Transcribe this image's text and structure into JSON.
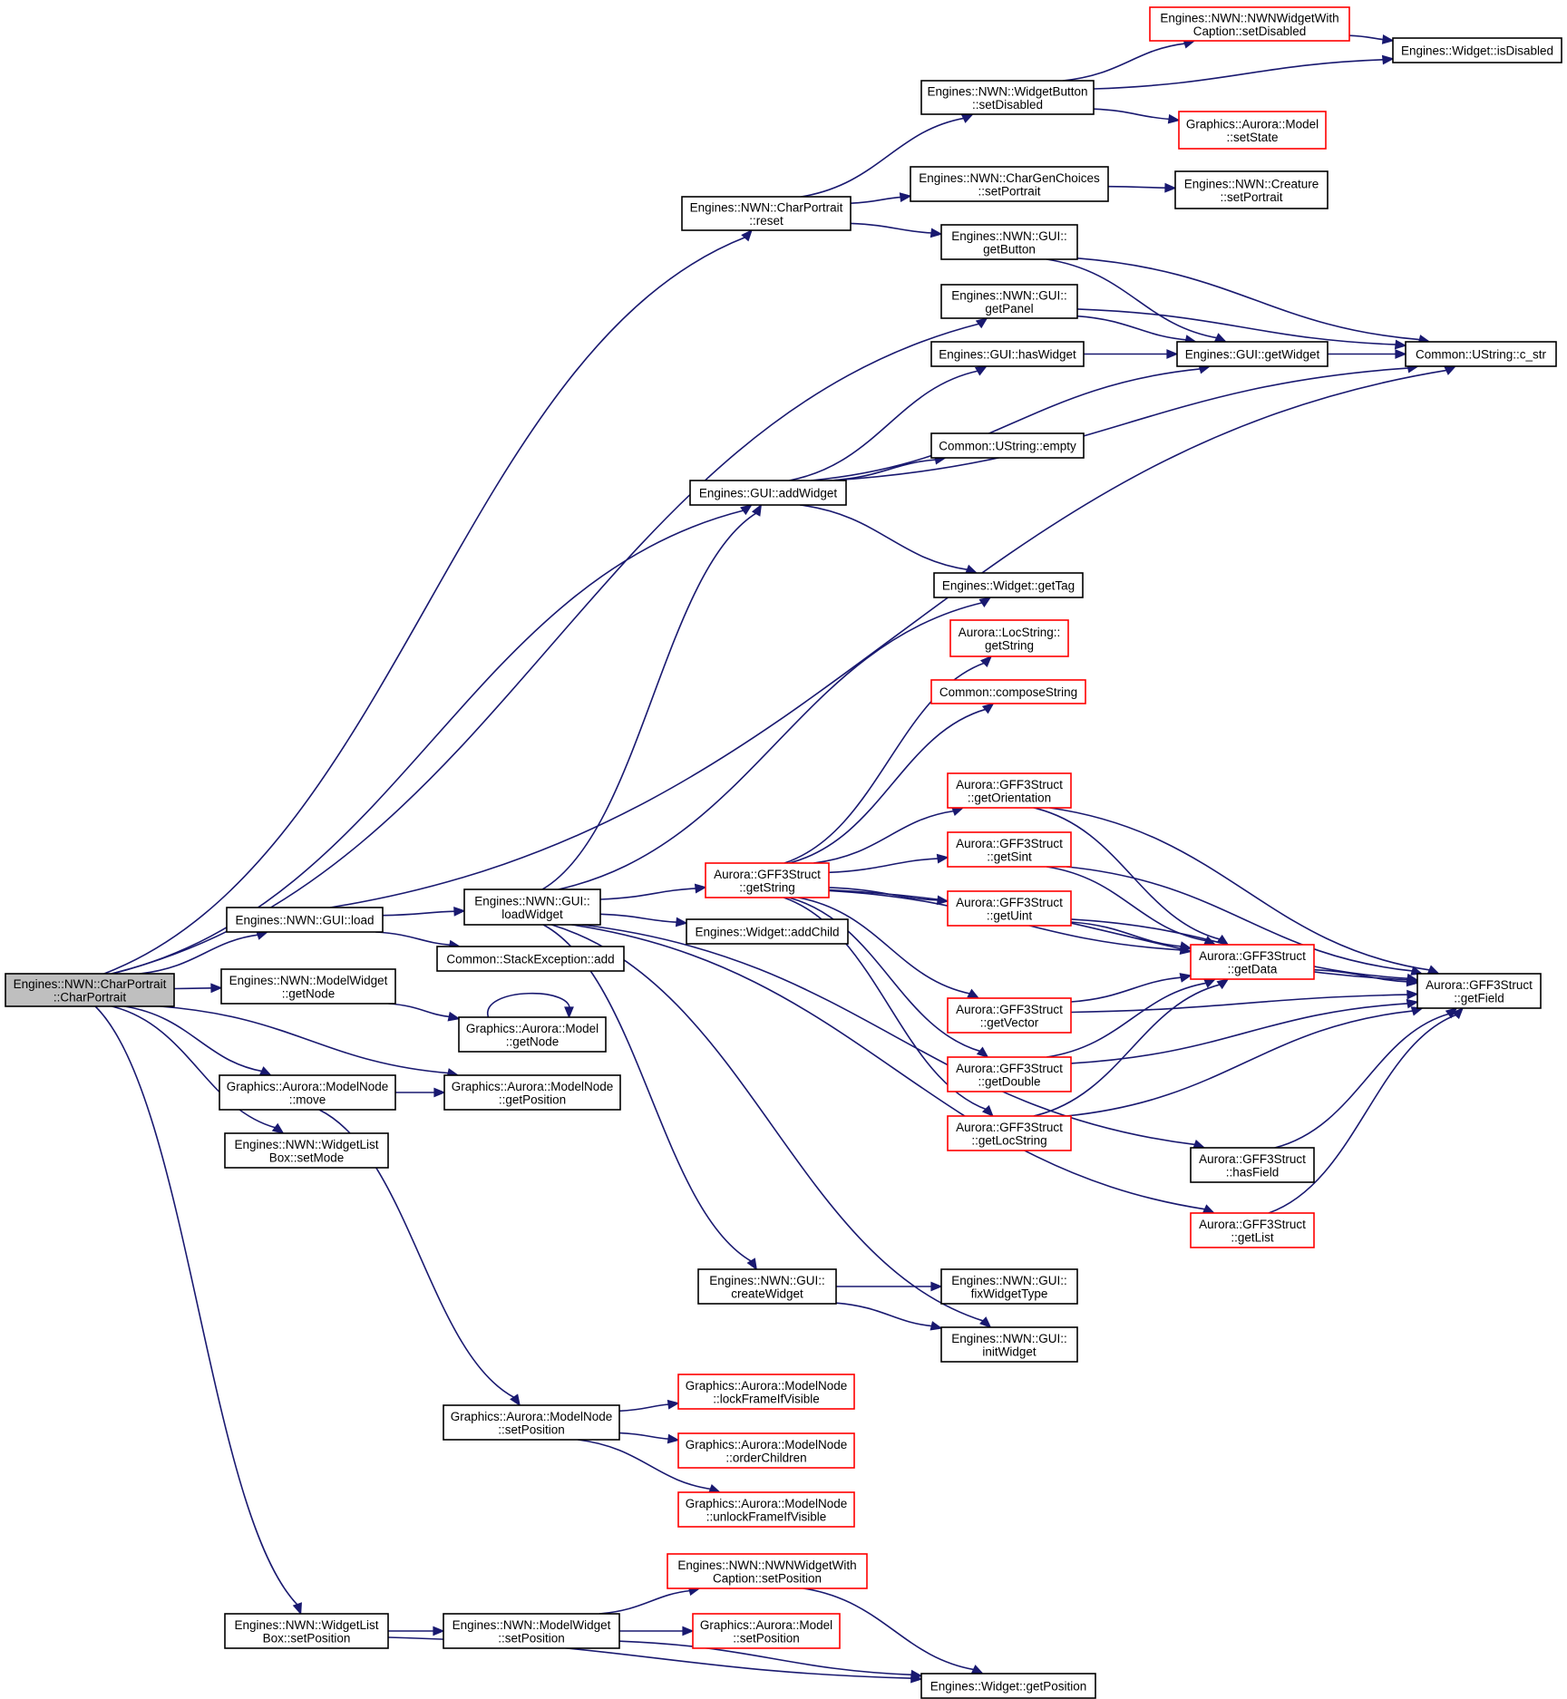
{
  "colors": {
    "edge": "#191970",
    "border_normal": "#000000",
    "border_truncated": "#ff0000",
    "root_fill": "#bfbfbf",
    "node_fill": "#ffffff"
  },
  "nodes": [
    {
      "id": "root",
      "lines": [
        "Engines::NWN::CharPortrait",
        "::CharPortrait"
      ],
      "kind": "root"
    },
    {
      "id": "reset",
      "lines": [
        "Engines::NWN::CharPortrait",
        "::reset"
      ],
      "kind": "normal"
    },
    {
      "id": "wb_setDisabled",
      "lines": [
        "Engines::NWN::WidgetButton",
        "::setDisabled"
      ],
      "kind": "normal"
    },
    {
      "id": "nwnwwc_setDisabled",
      "lines": [
        "Engines::NWN::NWNWidgetWith",
        "Caption::setDisabled"
      ],
      "kind": "truncated"
    },
    {
      "id": "w_isDisabled",
      "lines": [
        "Engines::Widget::isDisabled"
      ],
      "kind": "normal"
    },
    {
      "id": "model_setState",
      "lines": [
        "Graphics::Aurora::Model",
        "::setState"
      ],
      "kind": "truncated"
    },
    {
      "id": "cgc_setPortrait",
      "lines": [
        "Engines::NWN::CharGenChoices",
        "::setPortrait"
      ],
      "kind": "normal"
    },
    {
      "id": "creature_setPortrait",
      "lines": [
        "Engines::NWN::Creature",
        "::setPortrait"
      ],
      "kind": "normal"
    },
    {
      "id": "gui_getButton",
      "lines": [
        "Engines::NWN::GUI::",
        "getButton"
      ],
      "kind": "normal"
    },
    {
      "id": "gui_getPanel",
      "lines": [
        "Engines::NWN::GUI::",
        "getPanel"
      ],
      "kind": "normal"
    },
    {
      "id": "egui_hasWidget",
      "lines": [
        "Engines::GUI::hasWidget"
      ],
      "kind": "normal"
    },
    {
      "id": "egui_getWidget",
      "lines": [
        "Engines::GUI::getWidget"
      ],
      "kind": "normal"
    },
    {
      "id": "cstr",
      "lines": [
        "Common::UString::c_str"
      ],
      "kind": "normal"
    },
    {
      "id": "ustr_empty",
      "lines": [
        "Common::UString::empty"
      ],
      "kind": "normal"
    },
    {
      "id": "egui_addWidget",
      "lines": [
        "Engines::GUI::addWidget"
      ],
      "kind": "normal"
    },
    {
      "id": "w_getTag",
      "lines": [
        "Engines::Widget::getTag"
      ],
      "kind": "normal"
    },
    {
      "id": "loc_getString",
      "lines": [
        "Aurora::LocString::",
        "getString"
      ],
      "kind": "truncated"
    },
    {
      "id": "composeString",
      "lines": [
        "Common::composeString"
      ],
      "kind": "truncated"
    },
    {
      "id": "gff_getOrientation",
      "lines": [
        "Aurora::GFF3Struct",
        "::getOrientation"
      ],
      "kind": "truncated"
    },
    {
      "id": "gff_getSint",
      "lines": [
        "Aurora::GFF3Struct",
        "::getSint"
      ],
      "kind": "truncated"
    },
    {
      "id": "gff_getString",
      "lines": [
        "Aurora::GFF3Struct",
        "::getString"
      ],
      "kind": "truncated"
    },
    {
      "id": "gff_getUint",
      "lines": [
        "Aurora::GFF3Struct",
        "::getUint"
      ],
      "kind": "truncated"
    },
    {
      "id": "gff_getData",
      "lines": [
        "Aurora::GFF3Struct",
        "::getData"
      ],
      "kind": "truncated"
    },
    {
      "id": "gff_getField",
      "lines": [
        "Aurora::GFF3Struct",
        "::getField"
      ],
      "kind": "normal"
    },
    {
      "id": "gff_getVector",
      "lines": [
        "Aurora::GFF3Struct",
        "::getVector"
      ],
      "kind": "truncated"
    },
    {
      "id": "gff_getDouble",
      "lines": [
        "Aurora::GFF3Struct",
        "::getDouble"
      ],
      "kind": "truncated"
    },
    {
      "id": "gff_getLocString",
      "lines": [
        "Aurora::GFF3Struct",
        "::getLocString"
      ],
      "kind": "truncated"
    },
    {
      "id": "gff_hasField",
      "lines": [
        "Aurora::GFF3Struct",
        "::hasField"
      ],
      "kind": "normal"
    },
    {
      "id": "gff_getList",
      "lines": [
        "Aurora::GFF3Struct",
        "::getList"
      ],
      "kind": "truncated"
    },
    {
      "id": "gui_load",
      "lines": [
        "Engines::NWN::GUI::load"
      ],
      "kind": "normal"
    },
    {
      "id": "gui_loadWidget",
      "lines": [
        "Engines::NWN::GUI::",
        "loadWidget"
      ],
      "kind": "normal"
    },
    {
      "id": "w_addChild",
      "lines": [
        "Engines::Widget::addChild"
      ],
      "kind": "normal"
    },
    {
      "id": "stackexc_add",
      "lines": [
        "Common::StackException::add"
      ],
      "kind": "normal"
    },
    {
      "id": "mw_getNode",
      "lines": [
        "Engines::NWN::ModelWidget",
        "::getNode"
      ],
      "kind": "normal"
    },
    {
      "id": "model_getNode",
      "lines": [
        "Graphics::Aurora::Model",
        "::getNode"
      ],
      "kind": "normal"
    },
    {
      "id": "mn_move",
      "lines": [
        "Graphics::Aurora::ModelNode",
        "::move"
      ],
      "kind": "normal"
    },
    {
      "id": "mn_getPosition",
      "lines": [
        "Graphics::Aurora::ModelNode",
        "::getPosition"
      ],
      "kind": "normal"
    },
    {
      "id": "wlb_setMode",
      "lines": [
        "Engines::NWN::WidgetList",
        "Box::setMode"
      ],
      "kind": "normal"
    },
    {
      "id": "gui_createWidget",
      "lines": [
        "Engines::NWN::GUI::",
        "createWidget"
      ],
      "kind": "normal"
    },
    {
      "id": "gui_fixWidgetType",
      "lines": [
        "Engines::NWN::GUI::",
        "fixWidgetType"
      ],
      "kind": "normal"
    },
    {
      "id": "gui_initWidget",
      "lines": [
        "Engines::NWN::GUI::",
        "initWidget"
      ],
      "kind": "normal"
    },
    {
      "id": "mn_setPosition",
      "lines": [
        "Graphics::Aurora::ModelNode",
        "::setPosition"
      ],
      "kind": "normal"
    },
    {
      "id": "mn_lockFrame",
      "lines": [
        "Graphics::Aurora::ModelNode",
        "::lockFrameIfVisible"
      ],
      "kind": "truncated"
    },
    {
      "id": "mn_orderChildren",
      "lines": [
        "Graphics::Aurora::ModelNode",
        "::orderChildren"
      ],
      "kind": "truncated"
    },
    {
      "id": "mn_unlockFrame",
      "lines": [
        "Graphics::Aurora::ModelNode",
        "::unlockFrameIfVisible"
      ],
      "kind": "truncated"
    },
    {
      "id": "nwnwwc_setPosition",
      "lines": [
        "Engines::NWN::NWNWidgetWith",
        "Caption::setPosition"
      ],
      "kind": "truncated"
    },
    {
      "id": "wlb_setPosition",
      "lines": [
        "Engines::NWN::WidgetList",
        "Box::setPosition"
      ],
      "kind": "normal"
    },
    {
      "id": "mw_setPosition",
      "lines": [
        "Engines::NWN::ModelWidget",
        "::setPosition"
      ],
      "kind": "normal"
    },
    {
      "id": "model_setPosition",
      "lines": [
        "Graphics::Aurora::Model",
        "::setPosition"
      ],
      "kind": "truncated"
    },
    {
      "id": "w_getPosition",
      "lines": [
        "Engines::Widget::getPosition"
      ],
      "kind": "normal"
    }
  ],
  "edges": [
    [
      "root",
      "reset"
    ],
    [
      "root",
      "gui_getPanel"
    ],
    [
      "root",
      "egui_addWidget"
    ],
    [
      "root",
      "gui_load"
    ],
    [
      "root",
      "mw_getNode"
    ],
    [
      "root",
      "mn_getPosition"
    ],
    [
      "root",
      "mn_move"
    ],
    [
      "root",
      "wlb_setMode"
    ],
    [
      "root",
      "wlb_setPosition"
    ],
    [
      "reset",
      "wb_setDisabled"
    ],
    [
      "reset",
      "cgc_setPortrait"
    ],
    [
      "reset",
      "gui_getButton"
    ],
    [
      "wb_setDisabled",
      "nwnwwc_setDisabled"
    ],
    [
      "wb_setDisabled",
      "w_isDisabled"
    ],
    [
      "wb_setDisabled",
      "model_setState"
    ],
    [
      "nwnwwc_setDisabled",
      "w_isDisabled"
    ],
    [
      "cgc_setPortrait",
      "creature_setPortrait"
    ],
    [
      "gui_getButton",
      "egui_getWidget"
    ],
    [
      "gui_getButton",
      "cstr"
    ],
    [
      "gui_getPanel",
      "egui_getWidget"
    ],
    [
      "gui_getPanel",
      "cstr"
    ],
    [
      "egui_hasWidget",
      "egui_getWidget"
    ],
    [
      "egui_getWidget",
      "cstr"
    ],
    [
      "egui_addWidget",
      "egui_hasWidget"
    ],
    [
      "egui_addWidget",
      "egui_getWidget"
    ],
    [
      "egui_addWidget",
      "ustr_empty"
    ],
    [
      "egui_addWidget",
      "cstr"
    ],
    [
      "egui_addWidget",
      "w_getTag"
    ],
    [
      "gui_load",
      "cstr"
    ],
    [
      "gui_load",
      "gui_loadWidget"
    ],
    [
      "gui_load",
      "stackexc_add"
    ],
    [
      "gui_loadWidget",
      "egui_addWidget"
    ],
    [
      "gui_loadWidget",
      "w_getTag"
    ],
    [
      "gui_loadWidget",
      "gff_getString"
    ],
    [
      "gui_loadWidget",
      "w_addChild"
    ],
    [
      "gui_loadWidget",
      "gff_hasField"
    ],
    [
      "gui_loadWidget",
      "gff_getList"
    ],
    [
      "gui_loadWidget",
      "gui_createWidget"
    ],
    [
      "gui_loadWidget",
      "gui_initWidget"
    ],
    [
      "gff_getString",
      "loc_getString"
    ],
    [
      "gff_getString",
      "composeString"
    ],
    [
      "gff_getString",
      "gff_getOrientation"
    ],
    [
      "gff_getString",
      "gff_getSint"
    ],
    [
      "gff_getString",
      "gff_getUint"
    ],
    [
      "gff_getString",
      "gff_getData"
    ],
    [
      "gff_getString",
      "gff_getField"
    ],
    [
      "gff_getString",
      "gff_getVector"
    ],
    [
      "gff_getString",
      "gff_getDouble"
    ],
    [
      "gff_getString",
      "gff_getLocString"
    ],
    [
      "gff_getOrientation",
      "gff_getData"
    ],
    [
      "gff_getOrientation",
      "gff_getField"
    ],
    [
      "gff_getSint",
      "gff_getData"
    ],
    [
      "gff_getSint",
      "gff_getField"
    ],
    [
      "gff_getUint",
      "gff_getData"
    ],
    [
      "gff_getUint",
      "gff_getField"
    ],
    [
      "gff_getVector",
      "gff_getData"
    ],
    [
      "gff_getVector",
      "gff_getField"
    ],
    [
      "gff_getDouble",
      "gff_getData"
    ],
    [
      "gff_getDouble",
      "gff_getField"
    ],
    [
      "gff_getLocString",
      "gff_getData"
    ],
    [
      "gff_getLocString",
      "gff_getField"
    ],
    [
      "gff_getData",
      "gff_getField"
    ],
    [
      "gff_hasField",
      "gff_getField"
    ],
    [
      "gff_getList",
      "gff_getField"
    ],
    [
      "mw_getNode",
      "model_getNode"
    ],
    [
      "model_getNode",
      "model_getNode"
    ],
    [
      "mn_move",
      "mn_getPosition"
    ],
    [
      "mn_move",
      "mn_setPosition"
    ],
    [
      "gui_createWidget",
      "gui_fixWidgetType"
    ],
    [
      "gui_createWidget",
      "gui_initWidget"
    ],
    [
      "mn_setPosition",
      "mn_lockFrame"
    ],
    [
      "mn_setPosition",
      "mn_orderChildren"
    ],
    [
      "mn_setPosition",
      "mn_unlockFrame"
    ],
    [
      "wlb_setPosition",
      "mw_setPosition"
    ],
    [
      "wlb_setPosition",
      "w_getPosition"
    ],
    [
      "mw_setPosition",
      "nwnwwc_setPosition"
    ],
    [
      "mw_setPosition",
      "model_setPosition"
    ],
    [
      "mw_setPosition",
      "w_getPosition"
    ],
    [
      "nwnwwc_setPosition",
      "w_getPosition"
    ]
  ]
}
